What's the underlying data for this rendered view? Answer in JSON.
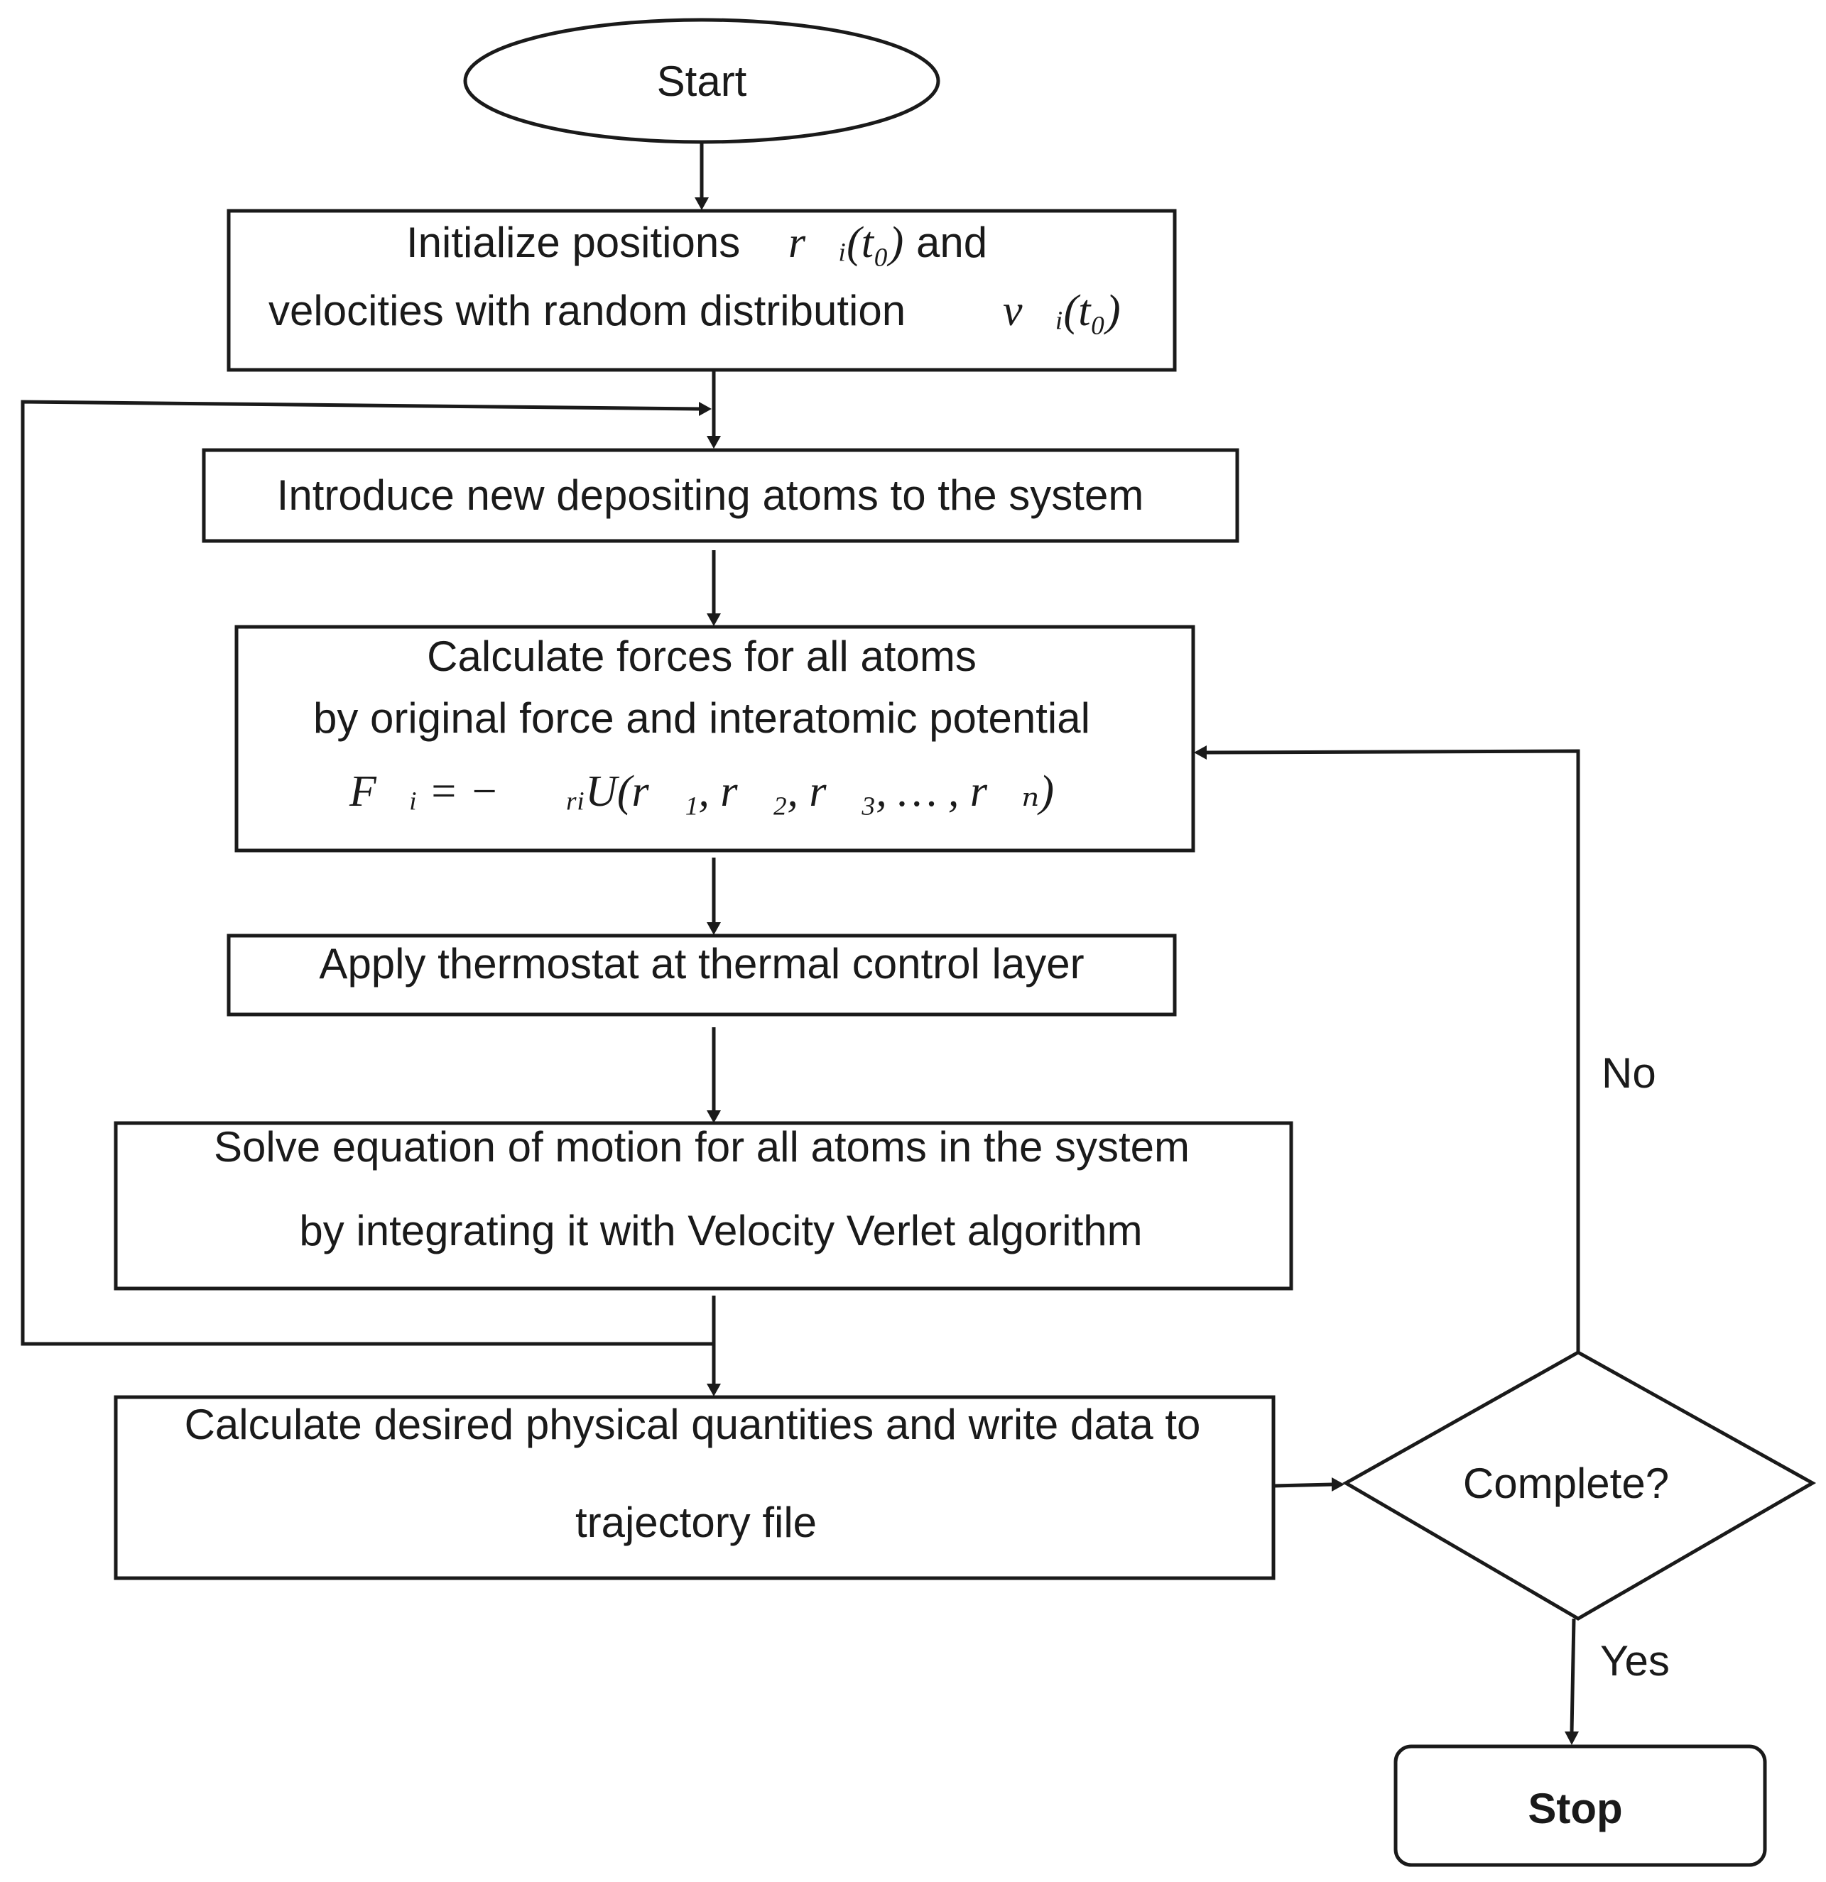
{
  "nodes": {
    "start": "Start",
    "init_line1": "Initialize positions",
    "init_math1": "r⃗ᵢ(t₀)",
    "init_and": "and",
    "init_line2": "velocities with random distribution",
    "init_math2": "v⃗ᵢ(t₀)",
    "introduce": "Introduce new depositing atoms to the system",
    "forces_line1": "Calculate forces for all atoms",
    "forces_line2": "by original force and interatomic potential",
    "forces_formula": "F⃗ᵢ = −∇⃗ᵣᵢU(r⃗₁, r⃗₂, r⃗₃, … , r⃗ₙ)",
    "thermostat": "Apply thermostat at thermal control layer",
    "solve_line1": "Solve equation of motion for all atoms in the system",
    "solve_line2": "by integrating it with Velocity Verlet algorithm",
    "calc_line1": "Calculate desired physical quantities and write data to",
    "calc_line2": "trajectory file",
    "decision": "Complete?",
    "stop": "Stop"
  },
  "edges": {
    "no_label": "No",
    "yes_label": "Yes"
  }
}
